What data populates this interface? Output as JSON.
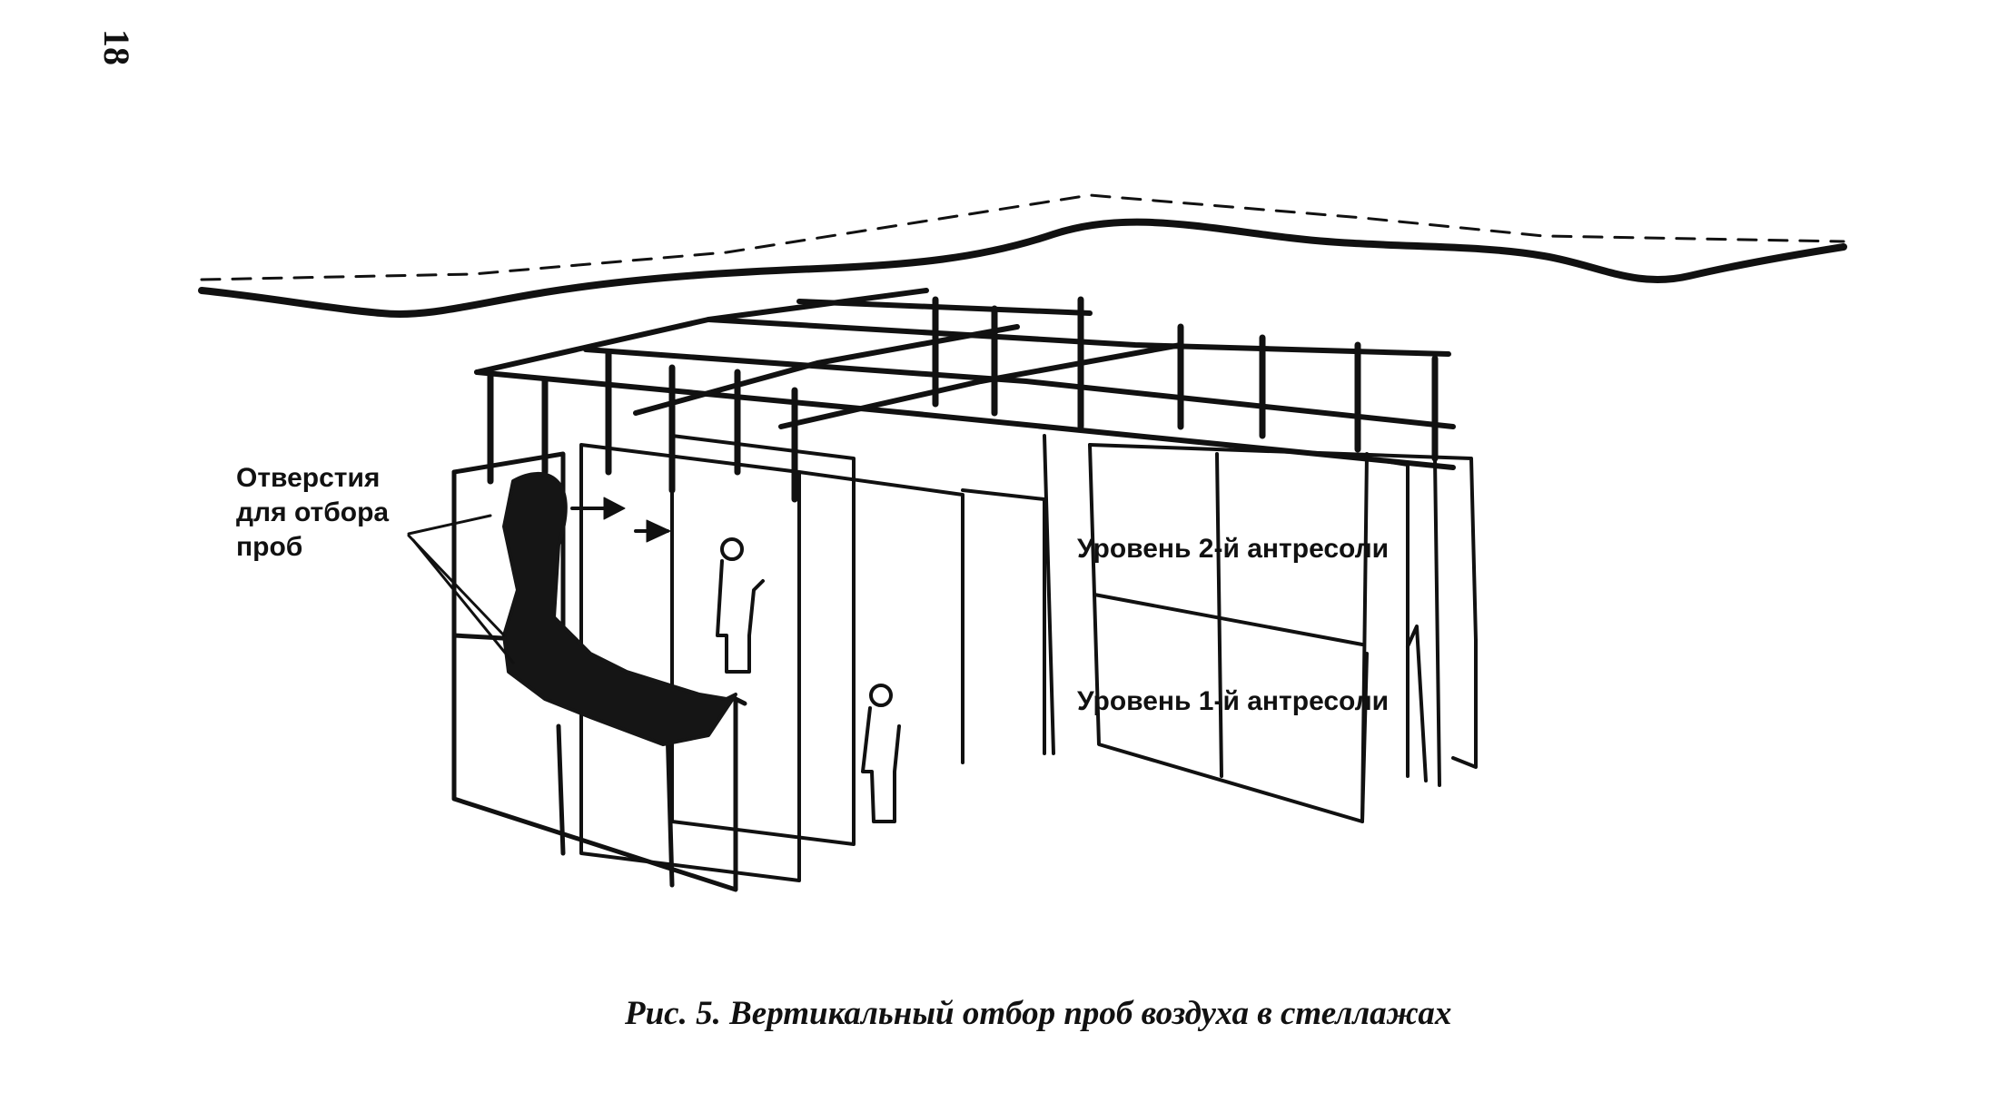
{
  "page": {
    "number": "18"
  },
  "figure": {
    "callout": {
      "lines": [
        "Отверстия",
        "для отбора",
        "проб"
      ]
    },
    "levels": {
      "second": "Уровень 2-й антресоли",
      "first": "Уровень 1-й антресоли"
    },
    "caption": "Рис. 5. Вертикальный отбор проб воздуха в стеллажах"
  }
}
